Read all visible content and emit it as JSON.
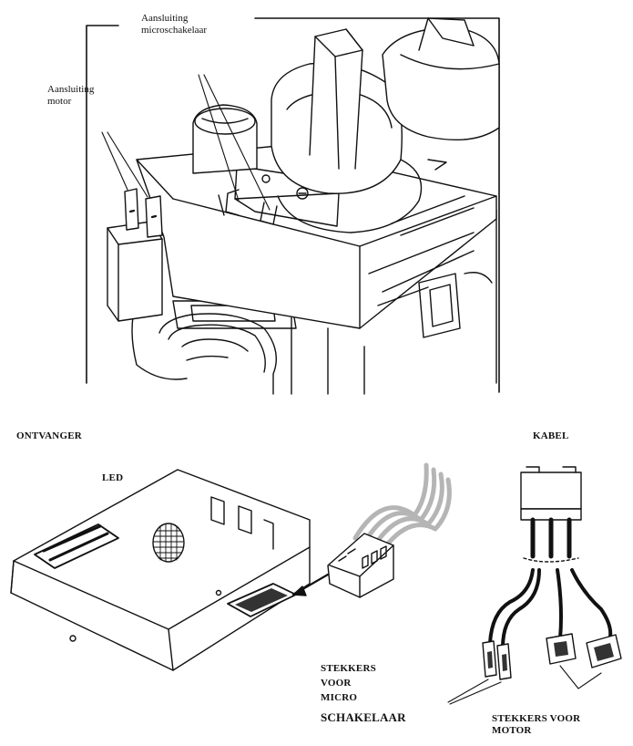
{
  "labels": {
    "micro_connection": [
      "Aansluiting",
      "microschakelaar"
    ],
    "motor_connection": [
      "Aansluiting",
      "motor"
    ],
    "receiver": "ONTVANGER",
    "cable": "KABEL",
    "led": "LED",
    "micro_plugs": [
      "STEKKERS",
      "VOOR",
      "MICRO",
      "SCHAKELAAR"
    ],
    "motor_plugs": [
      "STEKKERS VOOR",
      "MOTOR"
    ]
  },
  "colors": {
    "line": "#111111",
    "fill": "#ffffff",
    "wire_grey": "#b5b5b5"
  }
}
